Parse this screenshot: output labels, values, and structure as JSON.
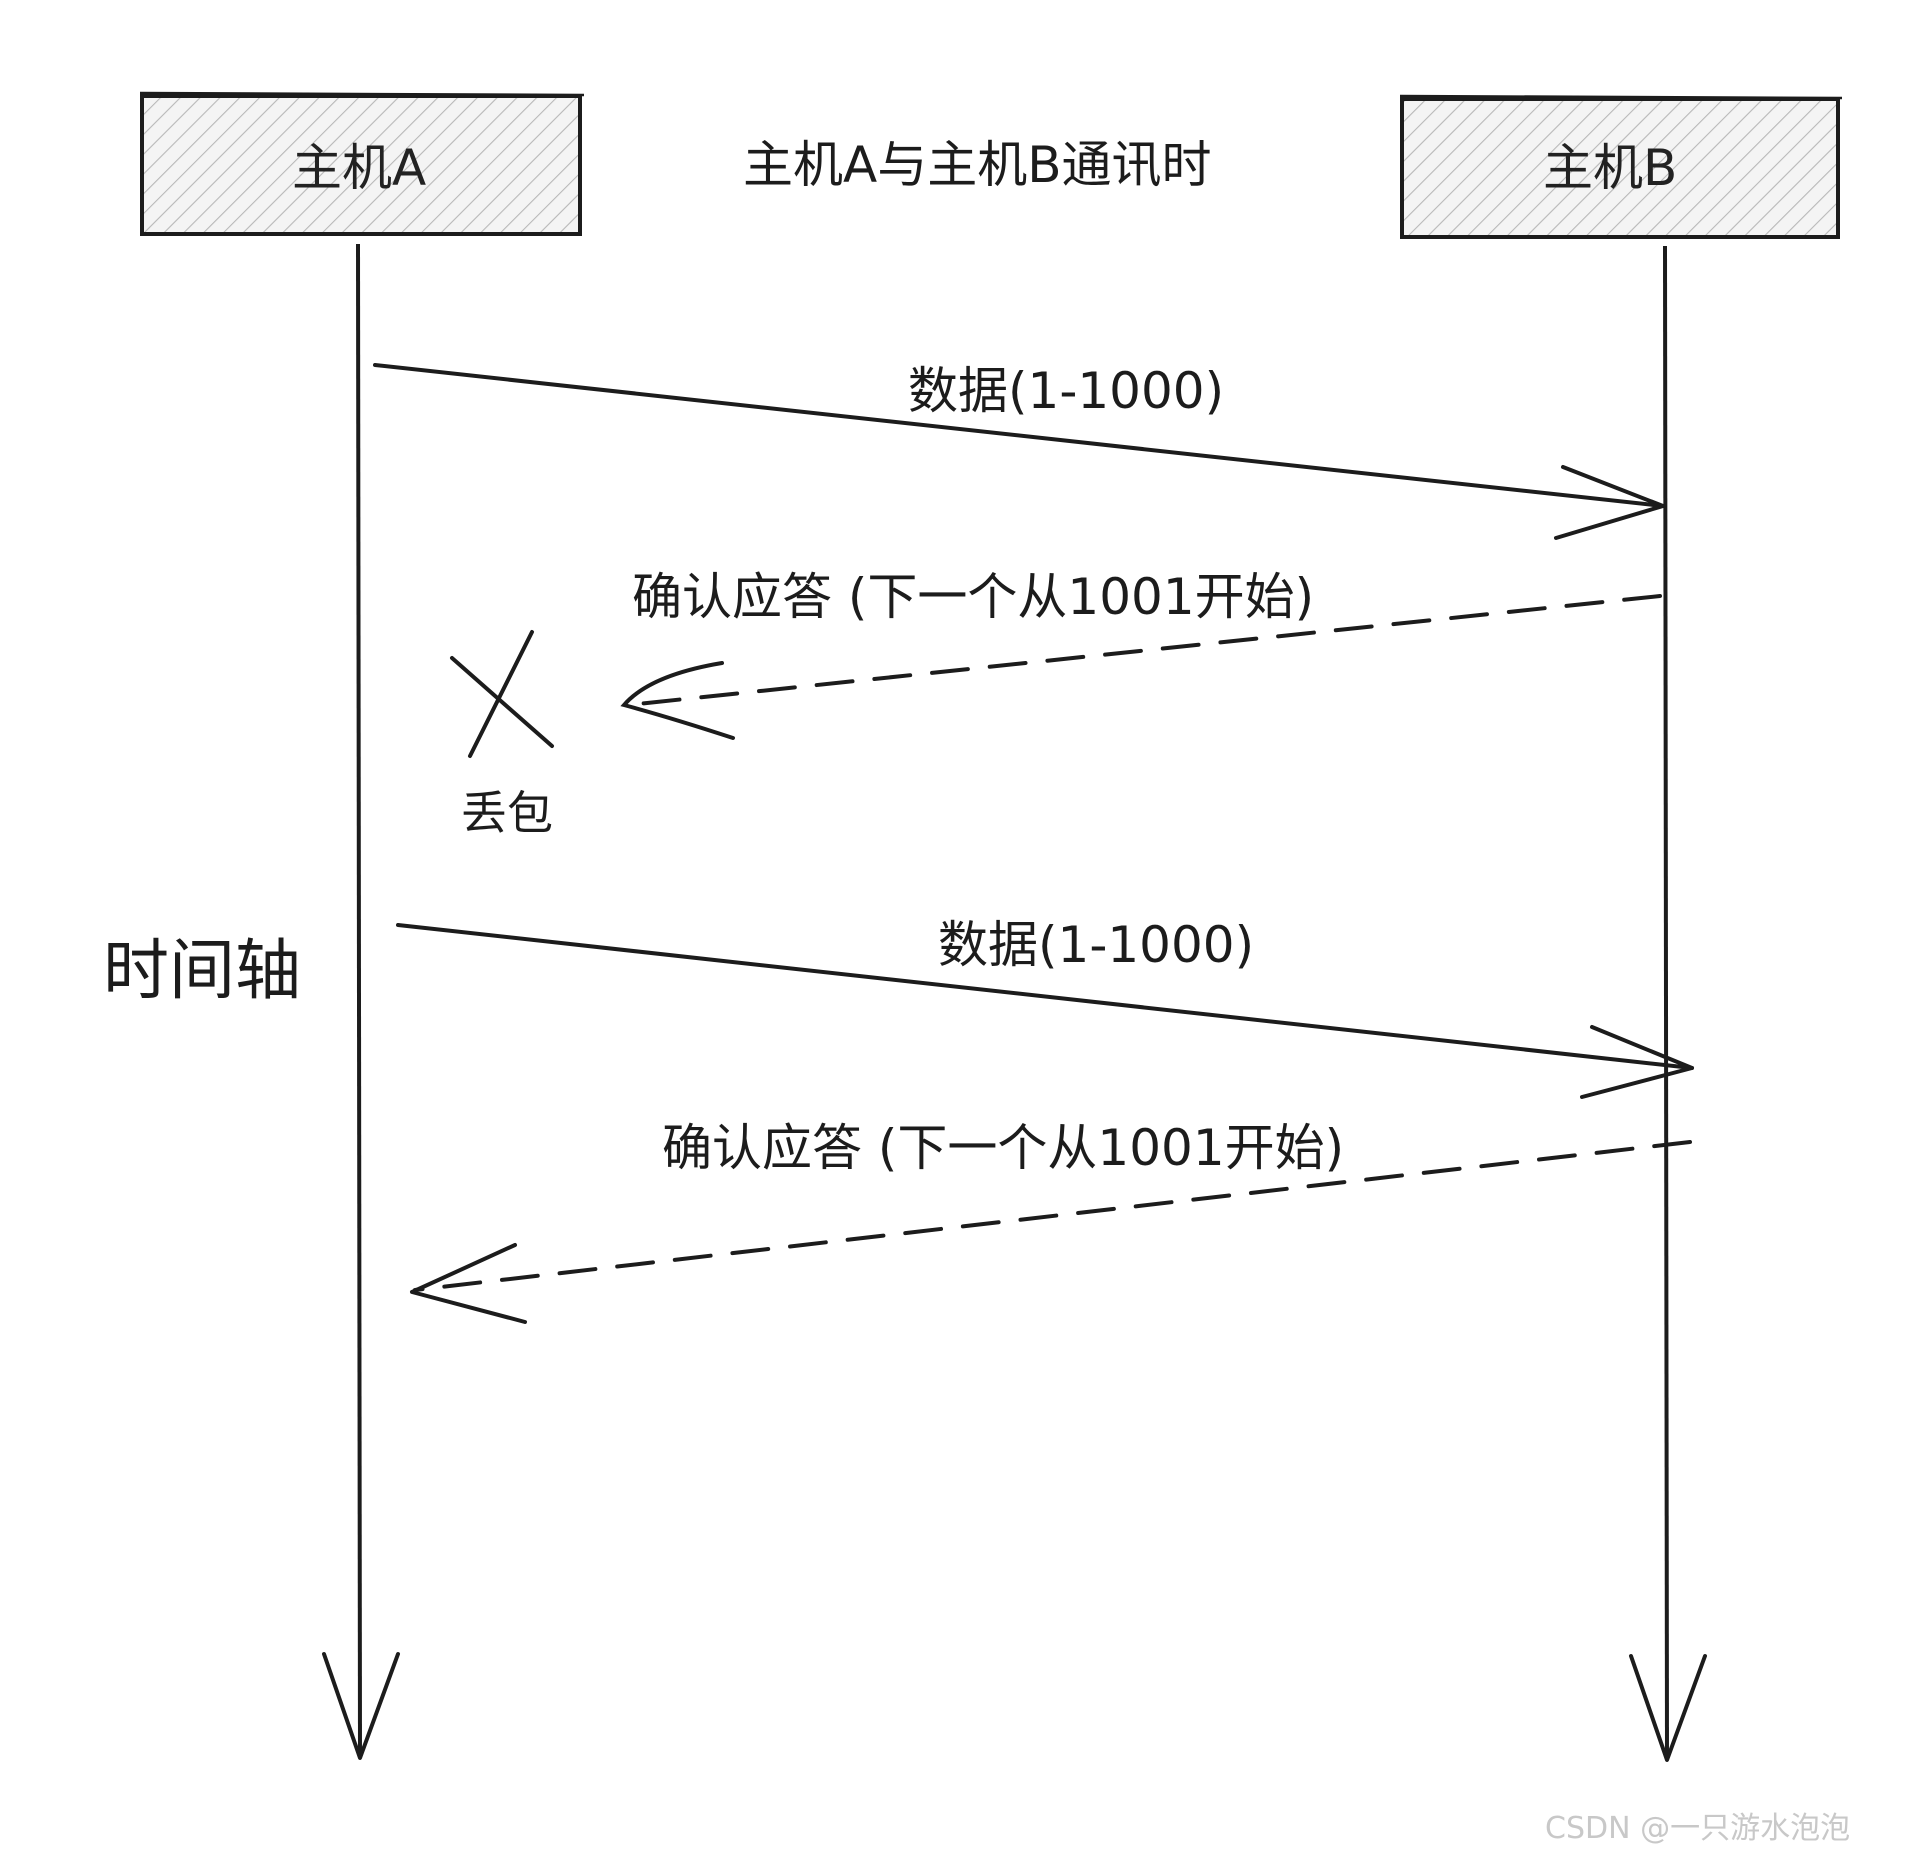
{
  "title": "主机A与主机B通讯时",
  "hosts": {
    "a": "主机A",
    "b": "主机B"
  },
  "messages": [
    {
      "from": "a",
      "to": "b",
      "kind": "data",
      "label": "数据(1-1000)"
    },
    {
      "from": "b",
      "to": "a",
      "kind": "ack",
      "label": "确认应答 (下一个从1001开始)",
      "lost": true
    },
    {
      "from": "a",
      "to": "b",
      "kind": "data",
      "label": "数据(1-1000)"
    },
    {
      "from": "b",
      "to": "a",
      "kind": "ack",
      "label": "确认应答 (下一个从1001开始)",
      "lost": false
    }
  ],
  "loss_label": "丢包",
  "time_axis_label": "时间轴",
  "watermark": "CSDN @一只游水泡泡",
  "colors": {
    "ink": "#1c1c1c",
    "hatch": "#b8b8b8",
    "box_fill": "#f4f4f4"
  }
}
